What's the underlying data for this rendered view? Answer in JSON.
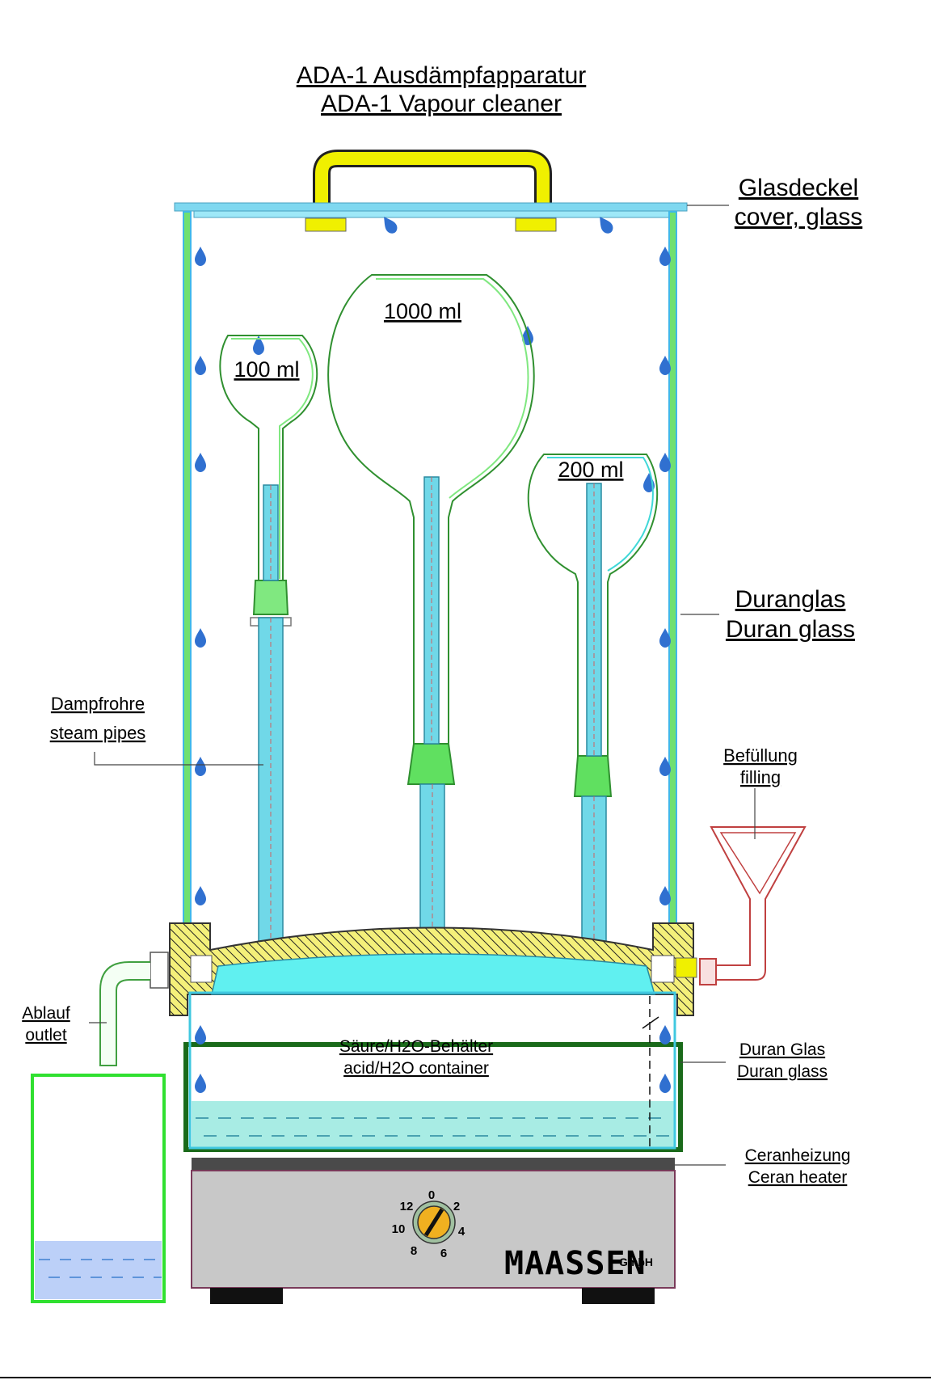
{
  "title": {
    "line1": "ADA-1 Ausdämpfapparatur",
    "line2": "ADA-1 Vapour cleaner"
  },
  "labels": {
    "cover": {
      "de": "Glasdeckel",
      "en": "cover, glass"
    },
    "duran_top": {
      "de": "Duranglas",
      "en": "Duran glass"
    },
    "steam": {
      "de": "Dampfrohre",
      "en": "steam pipes"
    },
    "filling": {
      "de": "Befüllung",
      "en": "filling"
    },
    "outlet": {
      "de": "Ablauf",
      "en": "outlet"
    },
    "container": {
      "de": "Säure/H2O-Behälter",
      "en": "acid/H2O container"
    },
    "duran_bottom": {
      "de": "Duran Glas",
      "en": "Duran glass"
    },
    "heater": {
      "de": "Ceranheizung",
      "en": "Ceran heater"
    }
  },
  "flasks": {
    "small": "100 ml",
    "large": "1000 ml",
    "medium": "200 ml"
  },
  "dial": {
    "marks": [
      "0",
      "2",
      "4",
      "6",
      "8",
      "10",
      "12"
    ]
  },
  "brand": {
    "name": "MAASSEN",
    "suffix": "GmbH"
  },
  "colors": {
    "glass_blue": "#40b8e8",
    "glass_green": "#60e060",
    "steam": "#70d8e8",
    "water": "#60f0f0",
    "lid_yellow": "#f0f000",
    "funnel_red": "#c04040",
    "heater_grey": "#c8c8c8",
    "drop_blue": "#3070d0"
  }
}
